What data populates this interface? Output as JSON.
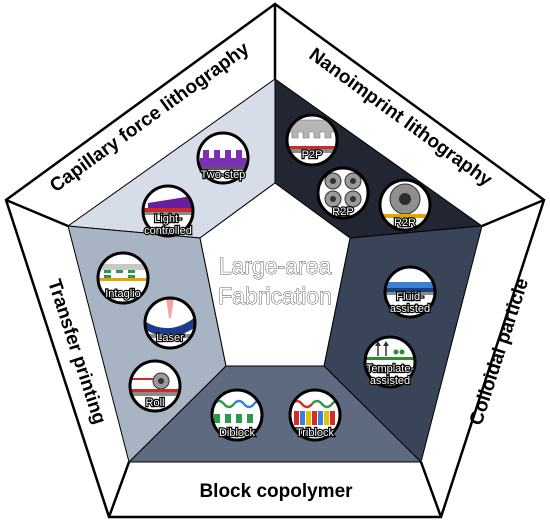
{
  "center": {
    "line1": "Large-area",
    "line2": "Fabrication"
  },
  "sections": {
    "capillary": {
      "title": "Capillary force lithography",
      "shade": "#d7dde8",
      "items": [
        {
          "label": "Two-step"
        },
        {
          "label_lines": [
            "Light-",
            "controlled"
          ]
        }
      ]
    },
    "nanoimprint": {
      "title": "Nanoimprint lithography",
      "shade": "#222633",
      "items": [
        {
          "label": "P2P"
        },
        {
          "label": "R2P"
        },
        {
          "label": "R2R"
        }
      ]
    },
    "colloidal": {
      "title": "Colloidal particle",
      "shade": "#3a4459",
      "items": [
        {
          "label_lines": [
            "Fluid-",
            "assisted"
          ]
        },
        {
          "label_lines": [
            "Template-",
            "assisted"
          ]
        }
      ]
    },
    "block": {
      "title": "Block copolymer",
      "shade": "#5d6a80",
      "items": [
        {
          "label": "Diblock"
        },
        {
          "label": "Triblock"
        }
      ]
    },
    "transfer": {
      "title": "Transfer printing",
      "shade": "#a8b3c4",
      "items": [
        {
          "label": "Intaglio"
        },
        {
          "label": "Laser"
        },
        {
          "label": "Roll"
        }
      ]
    }
  }
}
